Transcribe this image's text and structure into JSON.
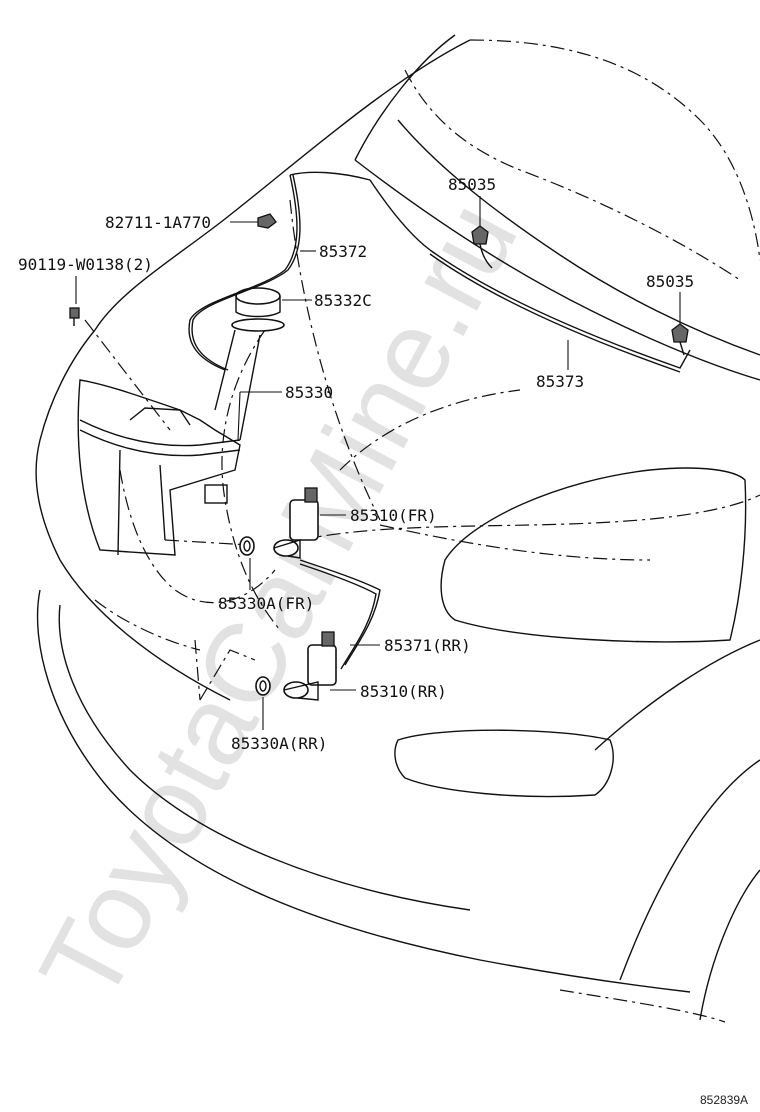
{
  "watermark": "ToyotaCarMine.ru",
  "diagram_code": "852839A",
  "parts": {
    "p85035_a": "85035",
    "p85035_b": "85035",
    "p82711": "82711-1A770",
    "p85372": "85372",
    "p90119": "90119-W0138(2)",
    "p85332c": "85332C",
    "p85373": "85373",
    "p85330": "85330",
    "p85310_fr": "85310(FR)",
    "p85330a_fr": "85330A(FR)",
    "p85371_rr": "85371(RR)",
    "p85310_rr": "85310(RR)",
    "p85330a_rr": "85330A(RR)"
  }
}
